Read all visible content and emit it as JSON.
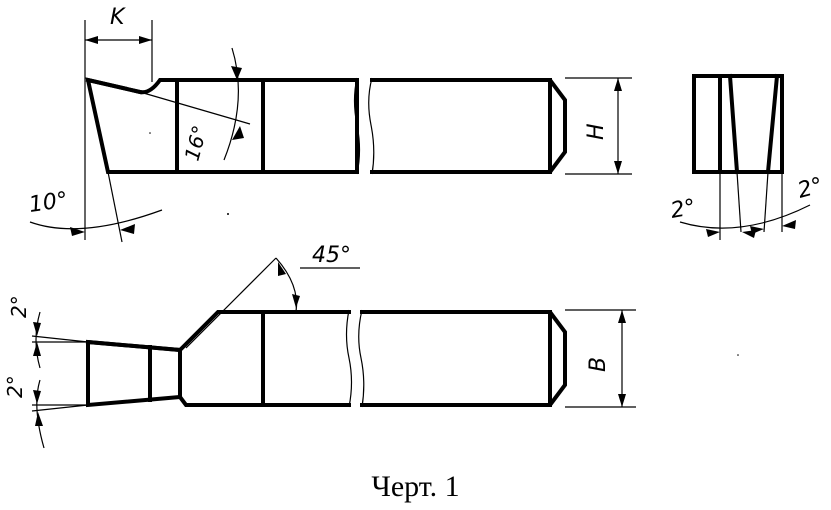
{
  "labels": {
    "k": "K",
    "angle_16": "16°",
    "angle_10": "10°",
    "h": "H",
    "angle_2_left": "2°",
    "angle_2_right": "2°",
    "angle_45": "45°",
    "b": "B",
    "angle_2_top": "2°",
    "angle_2_bottom": "2°"
  },
  "caption": "Черт. 1"
}
